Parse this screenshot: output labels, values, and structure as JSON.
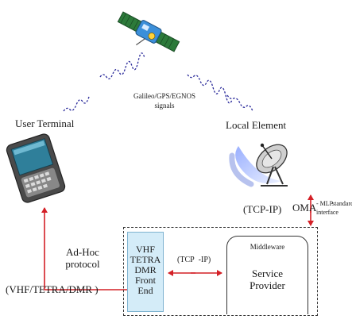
{
  "satellite_signal_label": [
    "Galileo/GPS/EGNOS",
    "signals"
  ],
  "user_terminal_label": "User Terminal",
  "local_element_label": "Local Element",
  "tcpip_label": "(TCP-IP)",
  "oma_label": "OMA",
  "mlp_label": "- MLP",
  "standard_label": "standard",
  "interface_label": "interface",
  "adhoc_label": [
    "Ad-Hoc",
    "protocol"
  ],
  "vhf_label": "(VHF/TETRA/DMR )",
  "frontend_label": [
    "VHF",
    "TETRA",
    "DMR",
    "Front",
    "End"
  ],
  "middle_tcpip_label": [
    "(TCP",
    "-IP)"
  ],
  "middleware_label": "Middleware",
  "service_provider_label": [
    "Service",
    "Provider"
  ],
  "colors": {
    "arrow": "#d42027",
    "frontend_fill": "#d4ecf8",
    "signal": "#2a2a9a"
  }
}
